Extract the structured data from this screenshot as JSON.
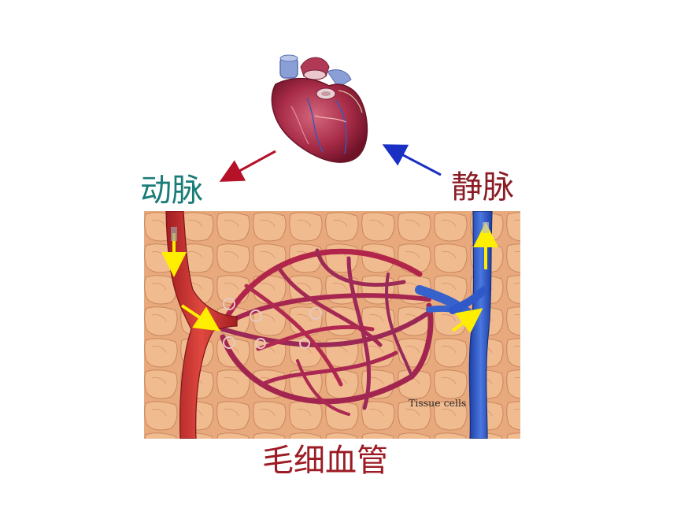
{
  "labels": {
    "artery": "动脉",
    "vein": "静脉",
    "capillary": "毛细血管",
    "tissue_cells": "Tissue cells"
  },
  "colors": {
    "artery_label": "#1a7c78",
    "vein_label": "#8b1c25",
    "capillary_label": "#9c1b24",
    "artery_arrow": "#b5122a",
    "vein_arrow": "#1a2fc4",
    "flow_arrow": "#ffee00",
    "artery_vessel": "#c8322e",
    "vein_vessel": "#2f58c8",
    "tissue_background": "#e8a97c"
  },
  "icons": {
    "heart": "heart-illustration",
    "flow": "yellow-flow-arrow"
  }
}
